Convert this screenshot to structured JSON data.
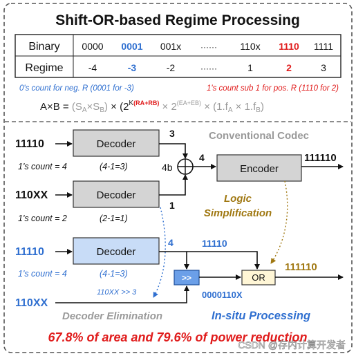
{
  "title": "Shift-OR-based Regime Processing",
  "table": {
    "row_headers": [
      "Binary",
      "Regime"
    ],
    "binary": [
      "0000",
      "0001",
      "001x",
      "······",
      "110x",
      "1110",
      "1111"
    ],
    "regime": [
      "-4",
      "-3",
      "-2",
      "······",
      "1",
      "2",
      "3"
    ]
  },
  "notes": {
    "neg": "0's count for neg. R (0001 for -3)",
    "pos": "1's count sub 1 for pos. R (1110 for 2)"
  },
  "formula": {
    "lhs": "A×B = ",
    "s": "(S",
    "s_a": "A",
    "s_x": "×S",
    "s_b": "B",
    "s_end": ")",
    "times1": " × (2",
    "k_sup": "K",
    "r_sup": "(RA+RB)",
    "times2": " × 2",
    "e_sup": "(EA+EB)",
    "times3": " × (1.f",
    "f_a": "A",
    "f_x": " × 1.f",
    "f_b": "B",
    "f_end": ")"
  },
  "conventional": {
    "label": "Conventional Codec",
    "input1": "11110",
    "input2": "110XX",
    "decoder1": "Decoder",
    "decoder2": "Decoder",
    "count1": "1's count = 4",
    "calc1": "(4-1=3)",
    "count2": "1's count = 2",
    "calc2": "(2-1=1)",
    "out1": "3",
    "out2": "1",
    "adder_width": "4b",
    "sum": "4",
    "encoder": "Encoder",
    "output": "111110"
  },
  "logic": {
    "line1": "Logic",
    "line2": "Simplification"
  },
  "insitu": {
    "input1": "11110",
    "input2": "110XX",
    "decoder": "Decoder",
    "count": "1's count = 4",
    "calc": "(4-1=3)",
    "shift_amount": "4",
    "passthrough": "11110",
    "shifter": ">>",
    "or_gate": "OR",
    "output": "111110",
    "shift_note": "110XX >> 3",
    "shifted": "0000110X",
    "elimination": "Decoder Elimination",
    "label": "In-situ Processing"
  },
  "result": "67.8% of area and 79.6% of power reduction",
  "watermark": "CSDN @存内计算开发者",
  "colors": {
    "blue": "#2f6fd0",
    "red": "#e01b1b",
    "gold": "#a07812",
    "decoder_fill": "#d4d4d4",
    "decoder_blue": "#c8dcf7",
    "or_fill": "#fff6d6"
  }
}
